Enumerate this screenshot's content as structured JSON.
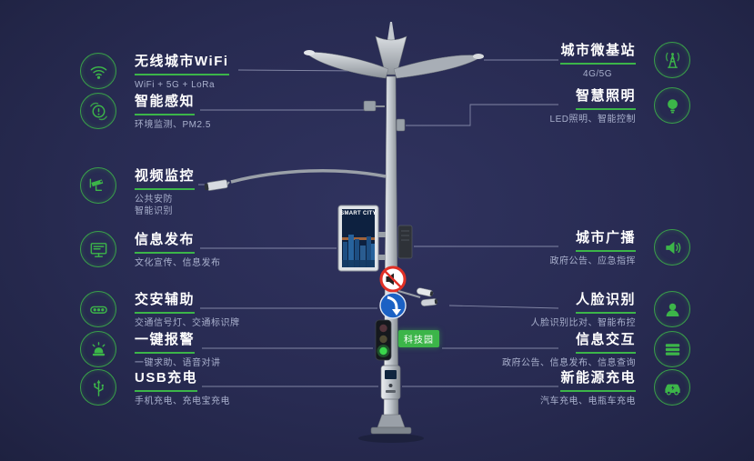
{
  "canvas": {
    "bg": "#282b52",
    "accent_green": "#3cb549",
    "title_color": "#ffffff",
    "subtitle_color": "#a9b0cd"
  },
  "left_features": [
    {
      "icon": "wifi-icon",
      "title": "无线城市WiFi",
      "subtitle": "WiFi + 5G + LoRa"
    },
    {
      "icon": "sensor-icon",
      "title": "智能感知",
      "subtitle": "环境监测、PM2.5"
    },
    {
      "icon": "camera-icon",
      "title": "视频监控",
      "subtitle": "公共安防\n智能识别"
    },
    {
      "icon": "screen-icon",
      "title": "信息发布",
      "subtitle": "文化宣传、信息发布"
    },
    {
      "icon": "traffic-icon",
      "title": "交安辅助",
      "subtitle": "交通信号灯、交通标识牌"
    },
    {
      "icon": "alarm-icon",
      "title": "一键报警",
      "subtitle": "一键求助、语音对讲"
    },
    {
      "icon": "usb-icon",
      "title": "USB充电",
      "subtitle": "手机充电、充电宝充电"
    }
  ],
  "right_features": [
    {
      "icon": "antenna-icon",
      "title": "城市微基站",
      "subtitle": "4G/5G"
    },
    {
      "icon": "bulb-icon",
      "title": "智慧照明",
      "subtitle": "LED照明、智能控制"
    },
    {
      "icon": "speaker-icon",
      "title": "城市广播",
      "subtitle": "政府公告、应急指挥"
    },
    {
      "icon": "face-icon",
      "title": "人脸识别",
      "subtitle": "人脸识别比对、智能布控"
    },
    {
      "icon": "interaction-icon",
      "title": "信息交互",
      "subtitle": "政府公告、信息发布、信息查询"
    },
    {
      "icon": "ev-icon",
      "title": "新能源充电",
      "subtitle": "汽车充电、电瓶车充电"
    }
  ],
  "pole": {
    "screen_title": "SMART CITY",
    "tech_tag": "科技园"
  }
}
